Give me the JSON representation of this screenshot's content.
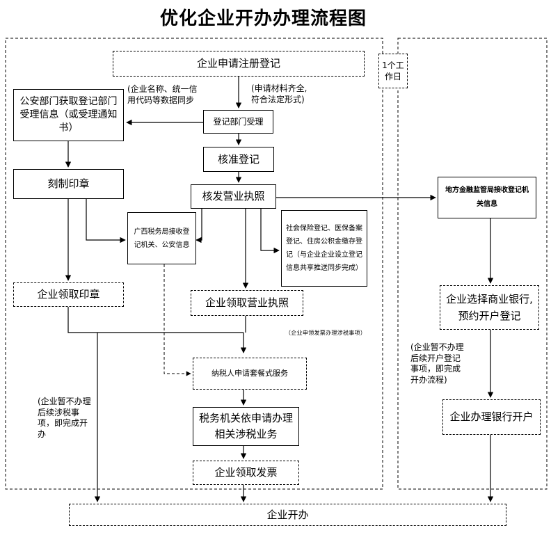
{
  "title": "优化企业开办办理流程图",
  "tag": "1个工作日",
  "boxes": {
    "apply": "企业申请注册登记",
    "police_info": "公安部门获取登记部门受理信息（或受理通知书）",
    "reg_accept": "登记部门受理",
    "approve": "核准登记",
    "carve_seal": "刻制印章",
    "license": "核发营业执照",
    "tax_police": "广西税务局接收登记机关、公安信息",
    "social": "社会保险登记、医保备案登记、住房公积金缴存登记（与企业企业设立登记信息共享推送同步完成）",
    "seal_get": "企业领取印章",
    "license_get": "企业领取营业执照",
    "taxpayer": "纳税人申请套餐式服务",
    "tax_handle": "税务机关依申请办理相关涉税业务",
    "invoice": "企业领取发票",
    "open": "企业开办",
    "finance": "地方金融监管局接收登记机关信息",
    "bank_choose": "企业选择商业银行,预约开户登记",
    "bank_open": "企业办理银行开户"
  },
  "notes": {
    "sync": "(企业名称、统一信用代码等数据同步",
    "complete": "(申请材料齐全,符合法定形式)",
    "invoice_note": "（企业申领发票办理涉税事项）",
    "skip_tax": "(企业暂不办理后续涉税事项，即完成开办",
    "skip_bank": "(企业暂不办理后续开户登记事项，即完成开办流程)"
  }
}
